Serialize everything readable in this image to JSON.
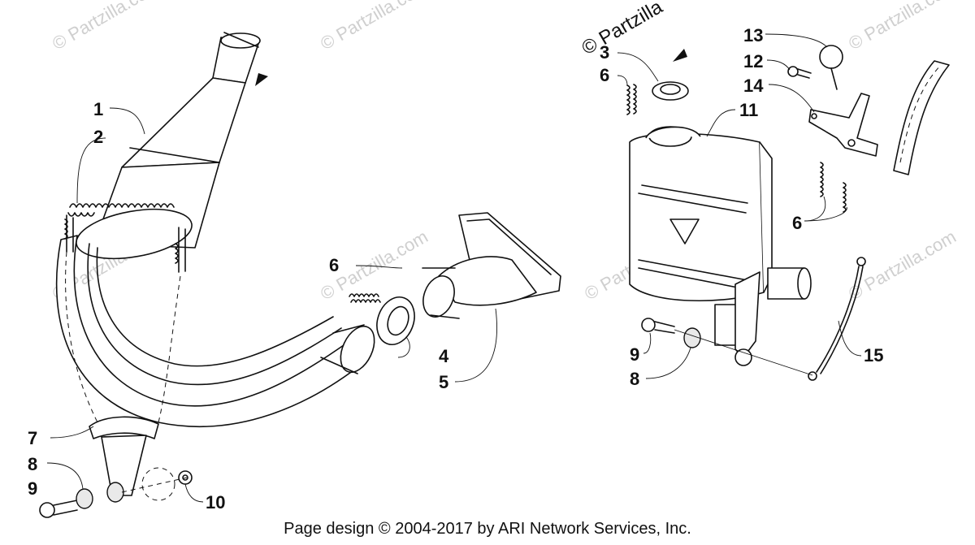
{
  "watermark": {
    "text": "© Partzilla.com"
  },
  "brand_mark": {
    "text": "© Partzilla"
  },
  "callouts": {
    "c1": "1",
    "c2": "2",
    "c3": "3",
    "c4": "4",
    "c5": "5",
    "c6a": "6",
    "c6b": "6",
    "c6c": "6",
    "c7": "7",
    "c8a": "8",
    "c8b": "8",
    "c9a": "9",
    "c9b": "9",
    "c10": "10",
    "c11": "11",
    "c12": "12",
    "c13": "13",
    "c14": "14",
    "c15": "15"
  },
  "footer": {
    "text": "Page design © 2004-2017 by ARI Network Services, Inc."
  }
}
